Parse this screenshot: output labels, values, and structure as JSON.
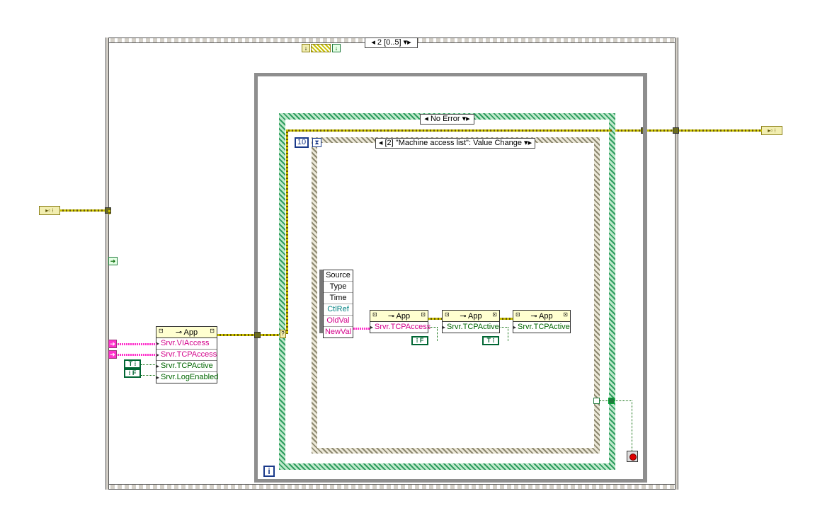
{
  "sequence": {
    "selector": "2 [0..5]"
  },
  "error_case": {
    "selector": "No Error"
  },
  "timeout": {
    "value": "10"
  },
  "event_case": {
    "selector": "[2] \"Machine access list\": Value Change"
  },
  "event_data": [
    "Source",
    "Type",
    "Time",
    "CtlRef",
    "OldVal",
    "NewVal"
  ],
  "property_nodes": [
    {
      "class": "App",
      "rows": [
        "Srvr.VIAccess",
        "Srvr.TCPAccess",
        "Srvr.TCPActive",
        "Srvr.LogEnabled"
      ]
    },
    {
      "class": "App",
      "rows": [
        "Srvr.TCPAccess"
      ]
    },
    {
      "class": "App",
      "rows": [
        "Srvr.TCPActive"
      ]
    },
    {
      "class": "App",
      "rows": [
        "Srvr.TCPActive"
      ]
    }
  ],
  "constants": {
    "tf_true": "T ⁝",
    "tf_false": "⁝ F"
  },
  "error_cluster_label": "▸▫ ⁝",
  "iteration_label": "i",
  "colors": {
    "error_wire": "#a5a22a",
    "case_green": "#3cb371",
    "pink_wire": "#ff33cc",
    "loop_gray": "#8e8e8e"
  }
}
